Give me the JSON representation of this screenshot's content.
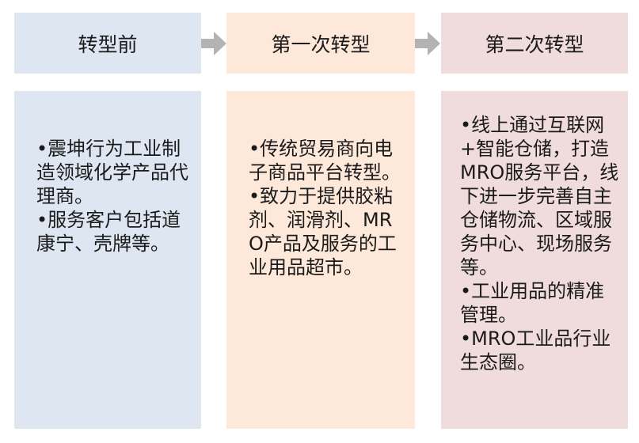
{
  "stages": [
    {
      "title": "转型前",
      "bullets": [
        "•震坤行为工业制造领域化学产品代理商。",
        "•服务客户包括道康宁、壳牌等。"
      ],
      "header_color": "#dde6f1",
      "body_color": "#dde6f1"
    },
    {
      "title": "第一次转型",
      "bullets": [
        "•传统贸易商向电子商品平台转型。",
        "•致力于提供胶粘剂、润滑剂、MRO产品及服务的工业用品超市。"
      ],
      "header_color": "#fde8d9",
      "body_color": "#fde8d9"
    },
    {
      "title": "第二次转型",
      "bullets": [
        "•线上通过互联网+智能仓储，打造MRO服务平台，线下进一步完善自主仓储物流、区域服务中心、现场服务等。",
        "•工业用品的精准管理。",
        "•MRO工业品行业生态圈。"
      ],
      "header_color": "#f0dcdc",
      "body_color": "#f0dcdc"
    }
  ],
  "arrow_color": "#b3b3b3",
  "arrow_icon": "right-arrow-icon"
}
